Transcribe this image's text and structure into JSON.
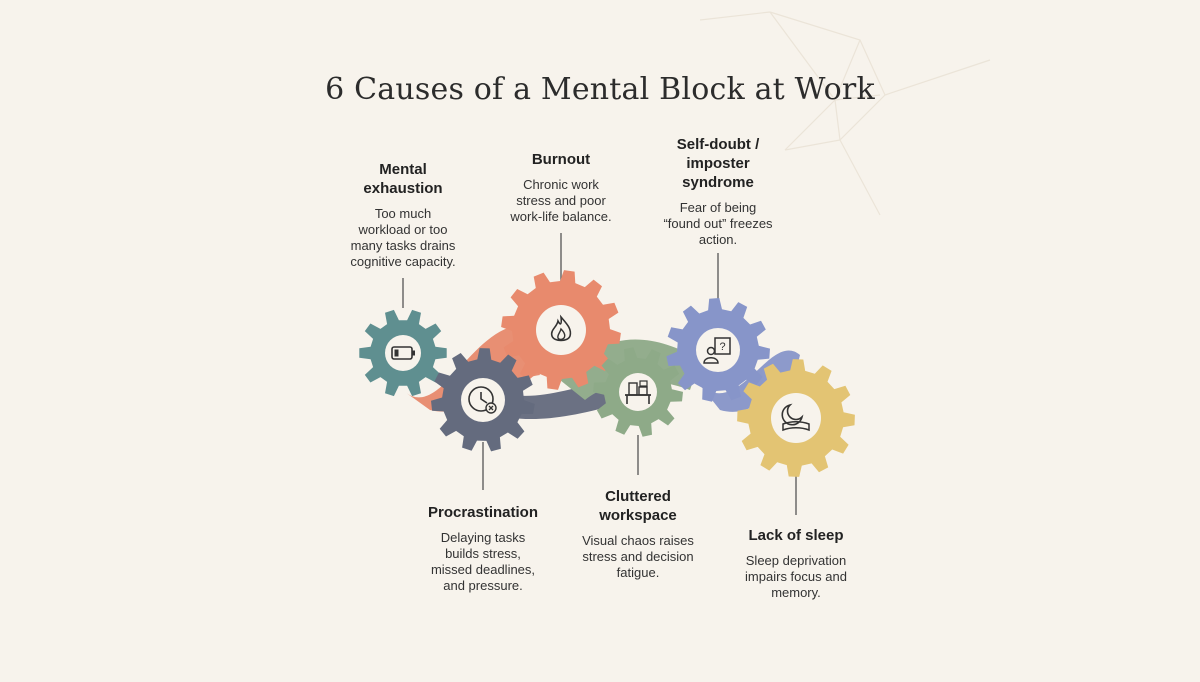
{
  "title": "6 Causes of a Mental Block at Work",
  "colors": {
    "background": "#f7f3ec",
    "teal": "#5f8f90",
    "coral": "#e88a6d",
    "slate": "#646b7e",
    "sage": "#8eaa88",
    "periwinkle": "#8795c9",
    "mustard": "#e3c473",
    "connector": "#6a6a6a"
  },
  "causes": [
    {
      "id": "mental-exhaustion",
      "title_lines": [
        "Mental",
        "exhaustion"
      ],
      "description_lines": [
        "Too much",
        "workload or too",
        "many tasks drains",
        "cognitive capacity."
      ],
      "color": "teal",
      "icon": "battery-low-icon"
    },
    {
      "id": "burnout",
      "title_lines": [
        "Burnout"
      ],
      "description_lines": [
        "Chronic work",
        "stress and poor",
        "work-life balance."
      ],
      "color": "coral",
      "icon": "flame-icon"
    },
    {
      "id": "self-doubt",
      "title_lines": [
        "Self-doubt /",
        "imposter",
        "syndrome"
      ],
      "description_lines": [
        "Fear of being",
        "“found out” freezes",
        "action."
      ],
      "color": "periwinkle",
      "icon": "person-question-icon"
    },
    {
      "id": "procrastination",
      "title_lines": [
        "Procrastination"
      ],
      "description_lines": [
        "Delaying tasks",
        "builds stress,",
        "missed deadlines,",
        "and pressure."
      ],
      "color": "slate",
      "icon": "clock-cancel-icon"
    },
    {
      "id": "cluttered-workspace",
      "title_lines": [
        "Cluttered",
        "workspace"
      ],
      "description_lines": [
        "Visual chaos raises",
        "stress and decision",
        "fatigue."
      ],
      "color": "sage",
      "icon": "desk-clutter-icon"
    },
    {
      "id": "lack-of-sleep",
      "title_lines": [
        "Lack of sleep"
      ],
      "description_lines": [
        "Sleep deprivation",
        "impairs focus and",
        "memory."
      ],
      "color": "mustard",
      "icon": "moon-pillow-icon"
    }
  ]
}
